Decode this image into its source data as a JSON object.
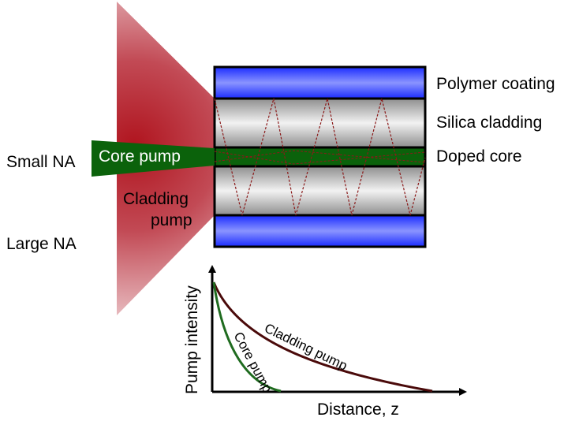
{
  "fiber": {
    "layers": {
      "coating": "Polymer coating",
      "cladding": "Silica cladding",
      "core": "Doped core"
    }
  },
  "input": {
    "small_na": "Small NA",
    "large_na": "Large NA",
    "core_pump": "Core pump",
    "cladding_pump_line1": "Cladding",
    "cladding_pump_line2": "pump"
  },
  "plot": {
    "ylabel": "Pump intensity",
    "xlabel": "Distance, z",
    "curves": {
      "core": "Core pump",
      "cladding": "Cladding pump"
    }
  },
  "colors": {
    "coating_blue": "#2d3cff",
    "cladding_gray": "#c8c8c8",
    "core_green": "#0b620b",
    "beam_red": "#b0141e",
    "ray_red": "#8b1a1a",
    "core_curve": "#1f6b1f",
    "cladding_curve": "#4a0a0a"
  }
}
